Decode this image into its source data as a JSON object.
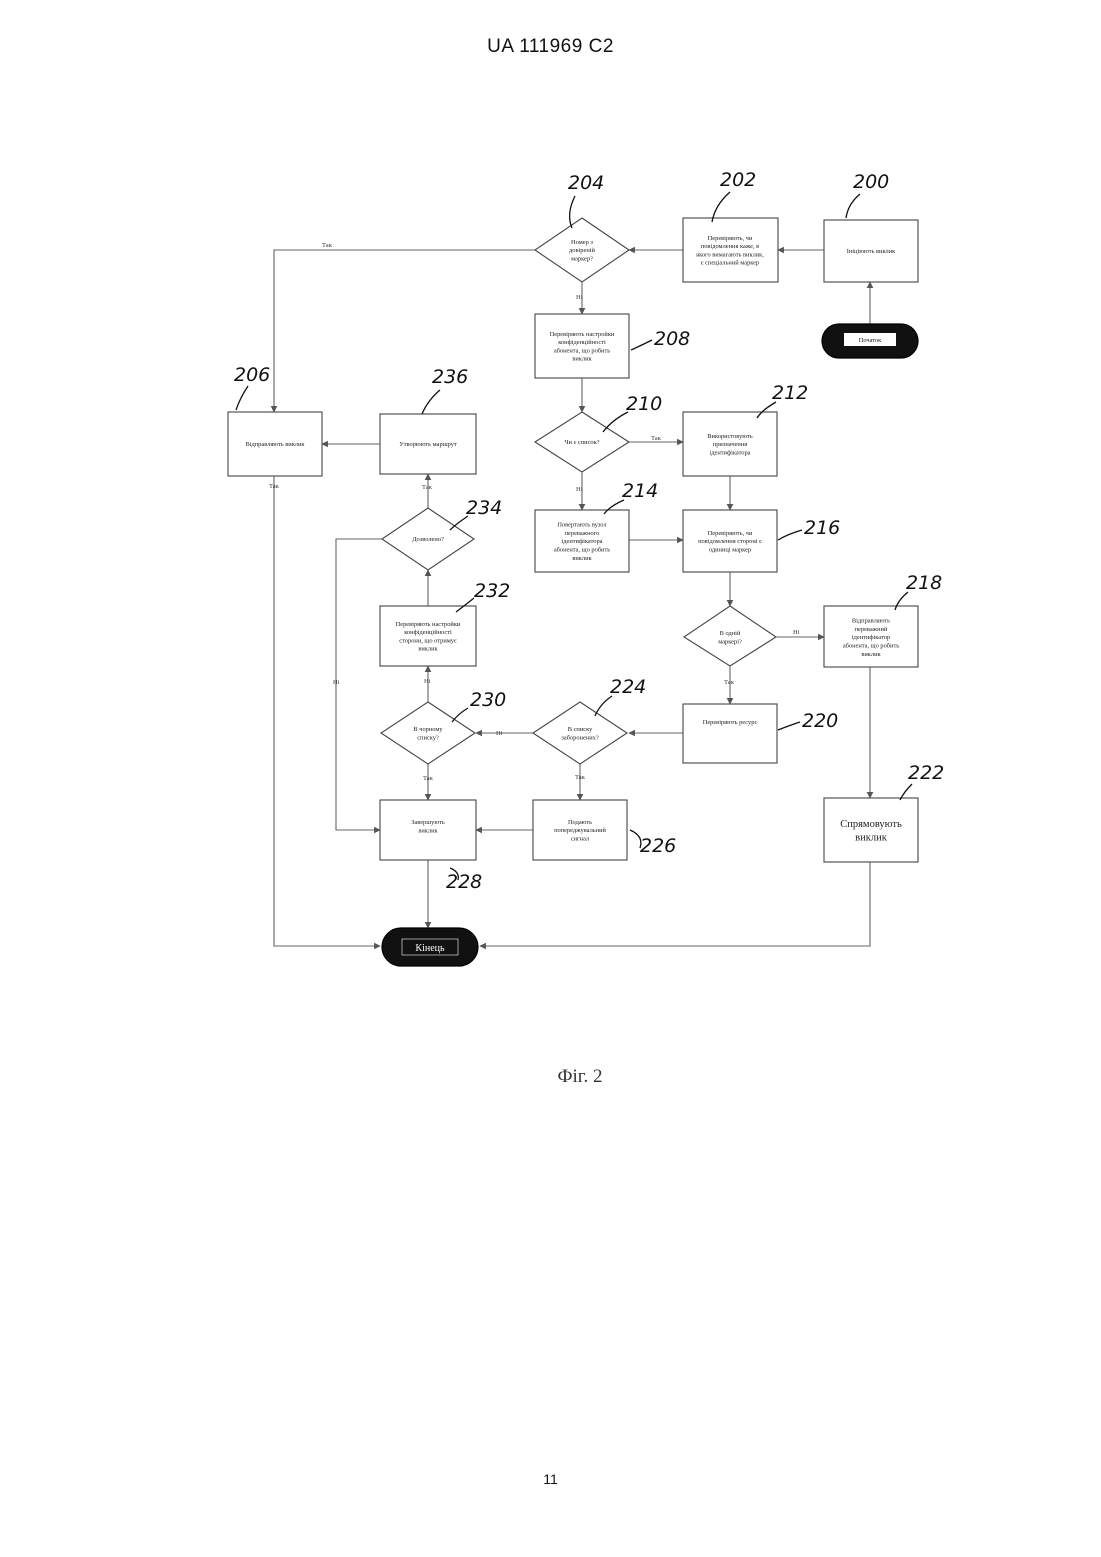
{
  "header": {
    "title": "UA   111969   C2"
  },
  "figure": {
    "caption": "Фіг. 2"
  },
  "footer": {
    "page_number": "11"
  },
  "flow": {
    "start": "Початок",
    "end": "Кінець",
    "labels": {
      "yes": "Так",
      "no": "Ні"
    },
    "nodes": {
      "n200": {
        "ref": "200",
        "lines": [
          "Ініціюють виклик"
        ]
      },
      "n202": {
        "ref": "202",
        "lines": [
          "Перевіряють, чи",
          "повідомлення каже, в",
          "якого вимагають виклик,",
          "є спеціальний маркер"
        ]
      },
      "n204": {
        "ref": "204",
        "lines": [
          "Номер з",
          "довіреній",
          "маркер?"
        ]
      },
      "n206": {
        "ref": "206",
        "lines": [
          "Відправляють виклик"
        ]
      },
      "n208": {
        "ref": "208",
        "lines": [
          "Перевіряють настройки",
          "конфіденційності",
          "абонента, що робить",
          "виклик"
        ]
      },
      "n210": {
        "ref": "210",
        "lines": [
          "Чи є список?"
        ]
      },
      "n212": {
        "ref": "212",
        "lines": [
          "Використовують",
          "призначення",
          "ідентифікатора"
        ]
      },
      "n214": {
        "ref": "214",
        "lines": [
          "Повертають вузол",
          "переважного",
          "ідентифікатора",
          "абонента, що робить",
          "виклик"
        ]
      },
      "n216": {
        "ref": "216",
        "lines": [
          "Перевіряють, чи",
          "повідомлення стороні є",
          "одиниці маркер"
        ]
      },
      "n218": {
        "ref": "218",
        "lines": [
          "Відправляють",
          "переважний",
          "ідентифікатор",
          "абонента, що робить",
          "виклик"
        ]
      },
      "n220": {
        "ref": "220",
        "lines": [
          "Перевіряють ресурс"
        ]
      },
      "n222": {
        "ref": "222",
        "lines": [
          "Спрямовують",
          "виклик"
        ]
      },
      "n224": {
        "ref": "224",
        "lines": [
          "В списку",
          "заборонених?"
        ]
      },
      "n226": {
        "ref": "226",
        "lines": [
          "Подають",
          "попереджувальний",
          "сигнал"
        ]
      },
      "n228": {
        "ref": "228",
        "lines": [
          "Завершують",
          "виклик"
        ]
      },
      "n230": {
        "ref": "230",
        "lines": [
          "В чорному",
          "списку?"
        ]
      },
      "n232": {
        "ref": "232",
        "lines": [
          "Перевіряють настройки",
          "конфіденційності",
          "сторони, що отримує",
          "виклик"
        ]
      },
      "n234": {
        "ref": "234",
        "lines": [
          "Дозволено?"
        ]
      },
      "n236": {
        "ref": "236",
        "lines": [
          "Утворюють маршрут"
        ]
      },
      "n218d": {
        "lines": [
          "В одній",
          "маркері?"
        ]
      }
    }
  }
}
